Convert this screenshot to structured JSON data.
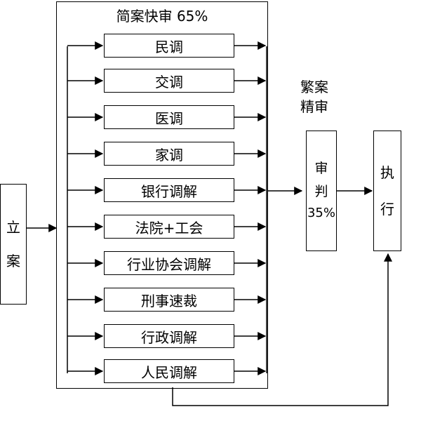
{
  "quick_review": {
    "title": "简案快审 65%",
    "steps": [
      "民调",
      "交调",
      "医调",
      "家调",
      "银行调解",
      "法院+工会",
      "行业协会调解",
      "刑事速裁",
      "行政调解",
      "人民调解"
    ]
  },
  "filing": {
    "line1": "立",
    "line2": "案"
  },
  "complex_review": {
    "line1": "繁案",
    "line2": "精审"
  },
  "trial": {
    "line1": "审",
    "line2": "判",
    "line3": "35%"
  },
  "execution": {
    "line1": "执",
    "line2": "行"
  }
}
